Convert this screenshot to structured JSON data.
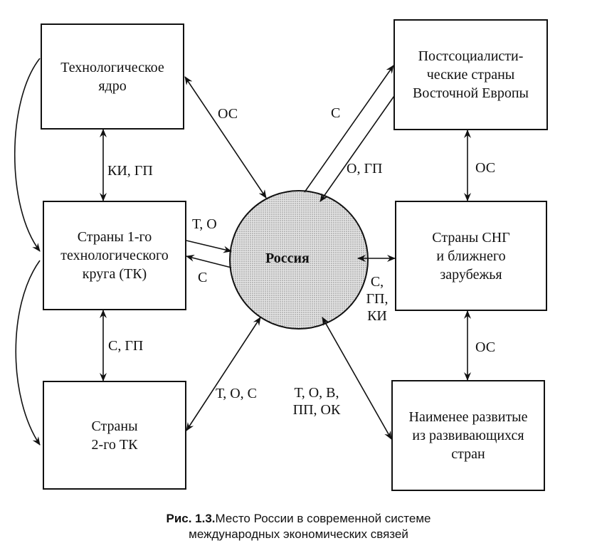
{
  "nodes": {
    "tech_core": [
      "Технологическое",
      "ядро"
    ],
    "postsocialist": [
      "Постсоциалисти-",
      "ческие страны",
      "Восточной Европы"
    ],
    "tk1": [
      "Страны 1-го",
      "технологического",
      "круга (ТК)"
    ],
    "russia": "Россия",
    "cis": [
      "Страны СНГ",
      "и ближнего",
      "зарубежья"
    ],
    "tk2": [
      "Страны",
      "2-го ТК"
    ],
    "least_developed": [
      "Наименее развитые",
      "из развивающихся",
      "стран"
    ]
  },
  "edge_labels": {
    "tech_russia": "ОС",
    "tech_tk1": "КИ, ГП",
    "post_russia_out": "С",
    "post_russia_in": "О, ГП",
    "post_cis": "ОС",
    "tk1_russia_in": "Т, О",
    "tk1_russia_out": "С",
    "russia_cis": [
      "С,",
      "ГП,",
      "КИ"
    ],
    "tk1_tk2": "С, ГП",
    "tk2_russia": "Т, О, С",
    "least_russia": [
      "Т, О, В,",
      "ПП, ОК"
    ],
    "cis_least": "ОС"
  },
  "caption": {
    "prefix": "Рис. 1.3.",
    "line1": "Место России в современной системе",
    "line2": "международных экономических связей"
  }
}
